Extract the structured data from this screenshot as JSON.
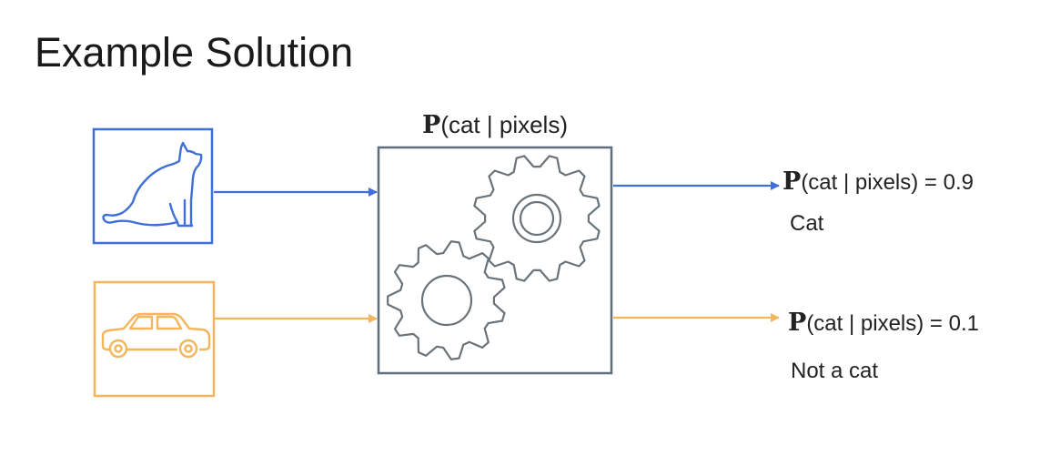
{
  "slide": {
    "title": "Example Solution"
  },
  "model_box": {
    "label_p": "P",
    "label_text": "(cat | pixels)"
  },
  "outputs": [
    {
      "prob_p": "P",
      "prob_text": "(cat | pixels) = 0.9",
      "class_label": "Cat",
      "color": "#3f6fd8"
    },
    {
      "prob_p": "P",
      "prob_text": "(cat | pixels) = 0.1",
      "class_label": "Not a cat",
      "color": "#f4b65c"
    }
  ],
  "icons": {
    "input_top": "cat-icon",
    "input_bottom": "car-icon",
    "model": "gears-icon"
  },
  "colors": {
    "cat_blue": "#3f6fd8",
    "car_orange": "#f4b65c",
    "model_gray": "#5f6e7a",
    "gear_gray": "#6a7379"
  }
}
